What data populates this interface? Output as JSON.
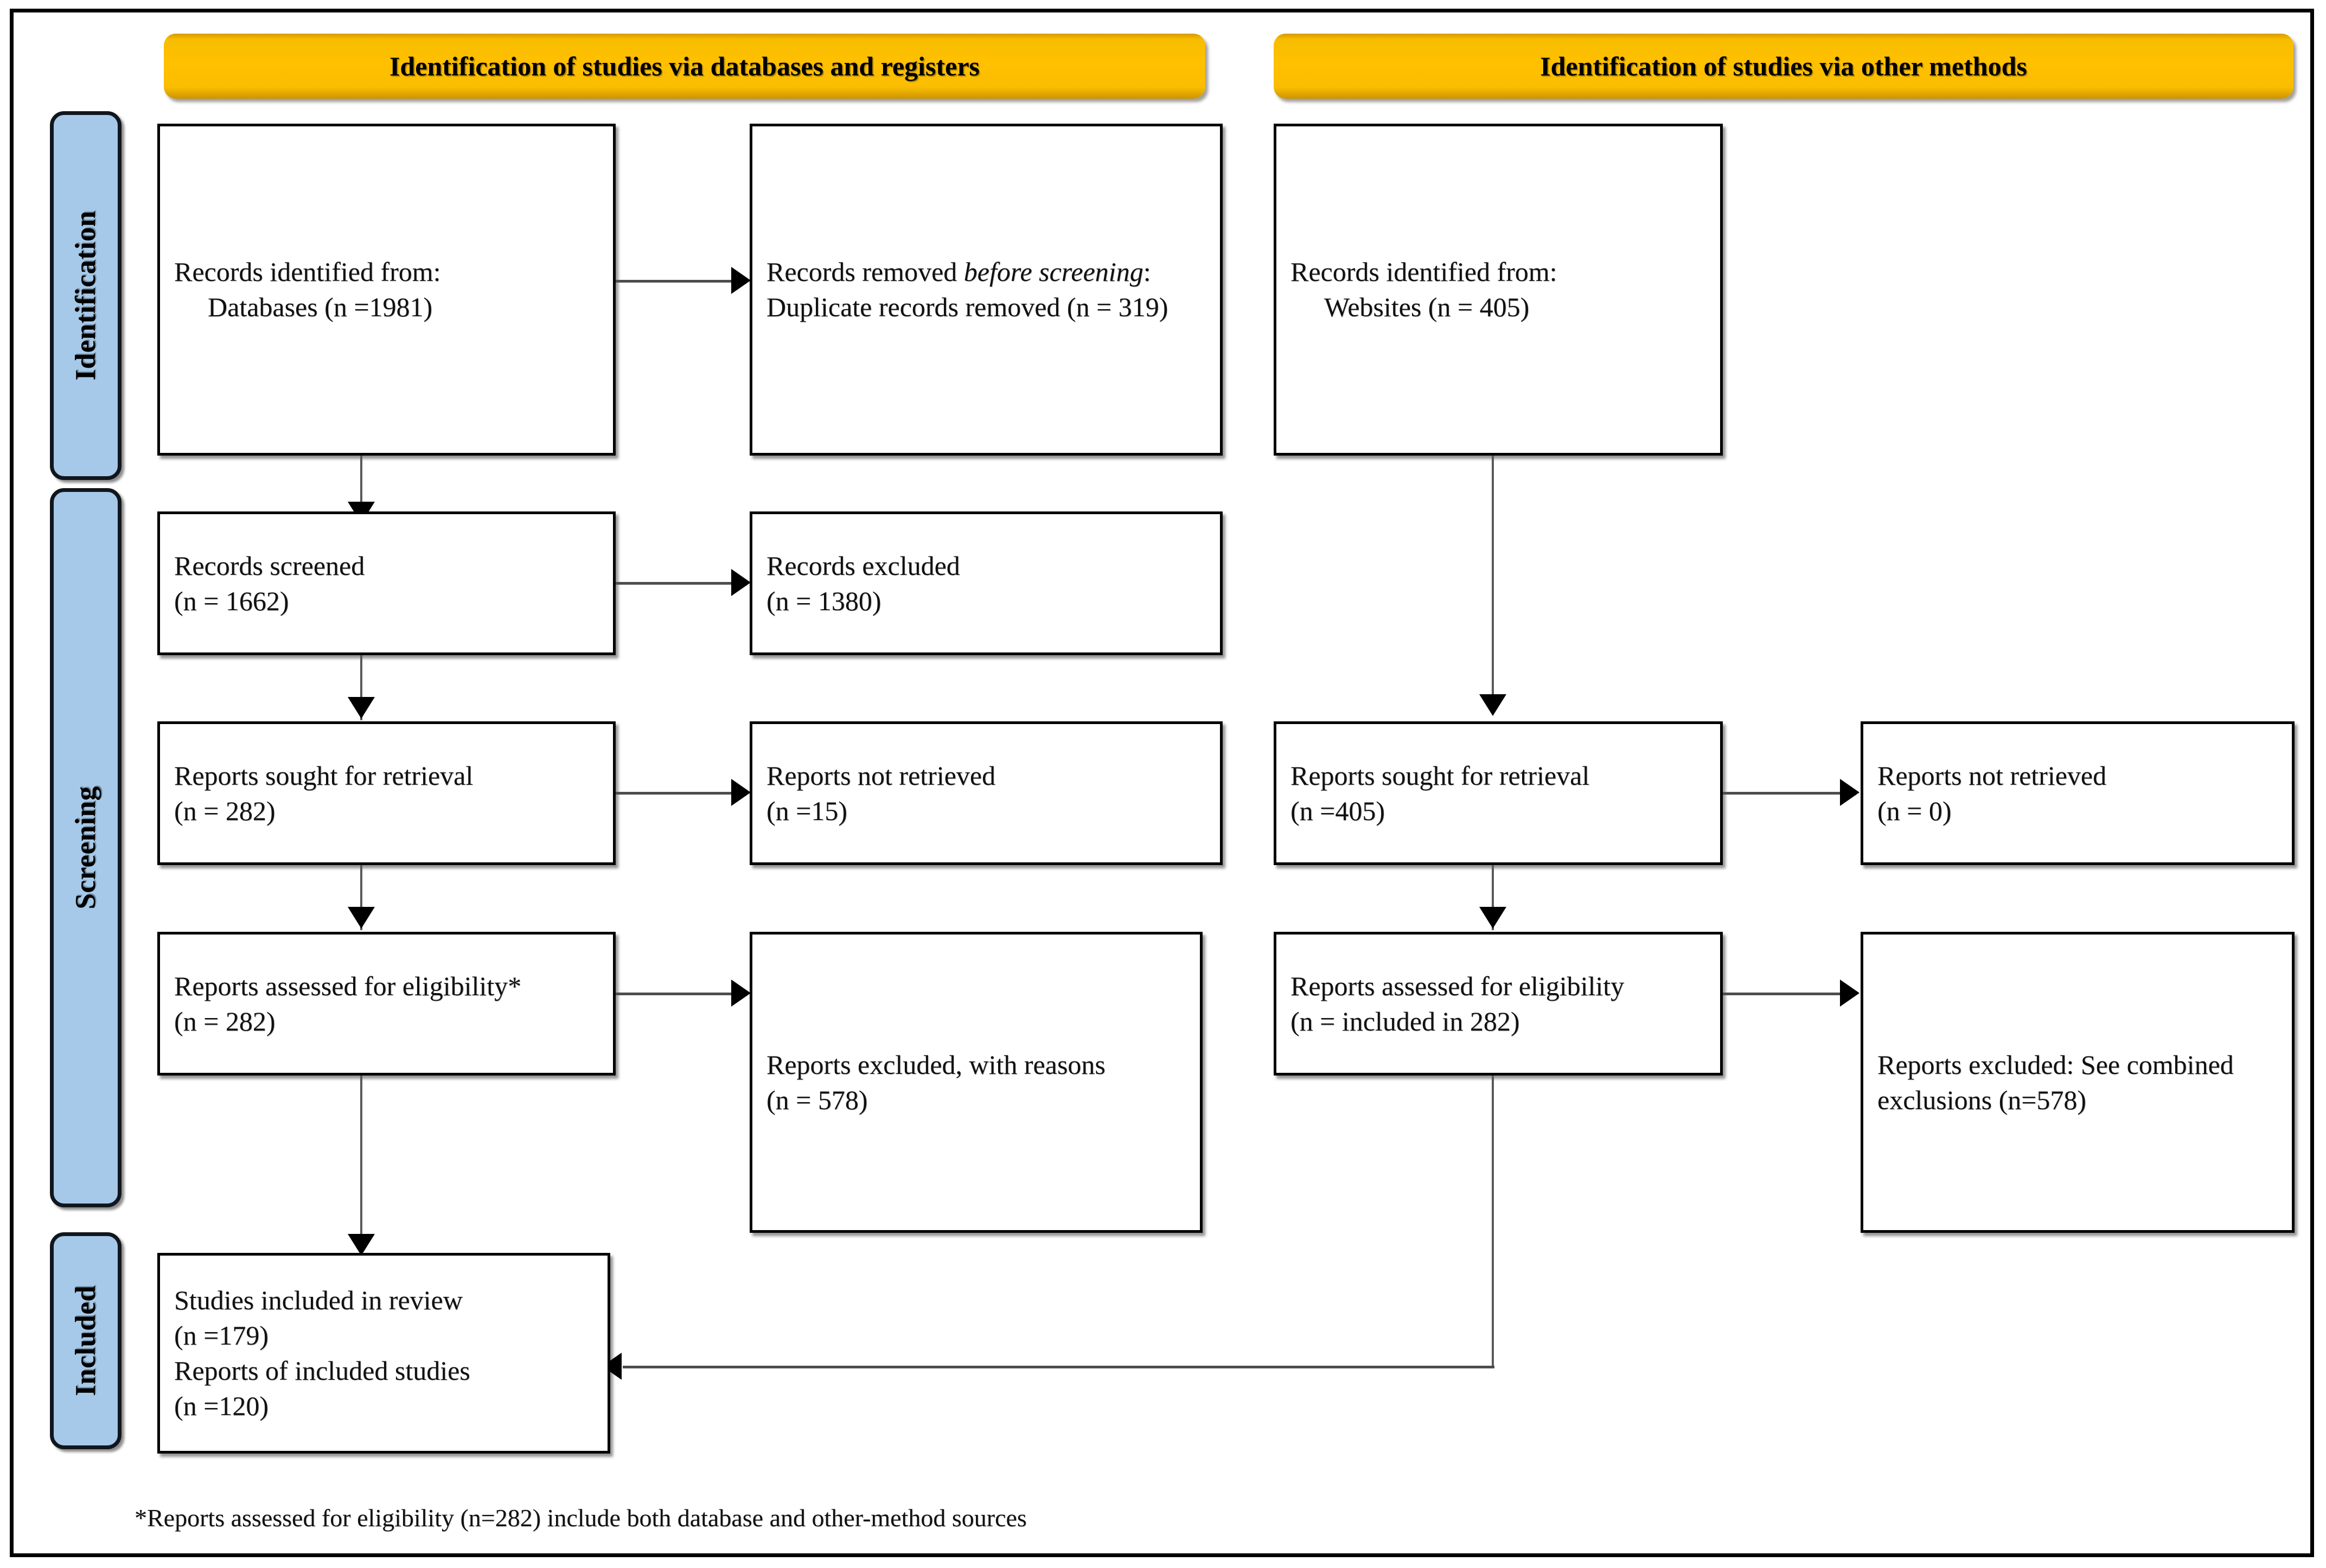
{
  "diagram": {
    "type": "prisma-flow-diagram",
    "footnote": "*Reports assessed for eligibility (n=282) include both database and other-method sources"
  },
  "stages": [
    {
      "id": "identification",
      "label": "Identification"
    },
    {
      "id": "screening",
      "label": "Screening"
    },
    {
      "id": "included",
      "label": "Included"
    }
  ],
  "banners": [
    {
      "id": "databases-registers",
      "label": "Identification of studies via databases and registers"
    },
    {
      "id": "other-methods",
      "label": "Identification of studies via other methods"
    }
  ],
  "boxes": {
    "db_identified": {
      "line1": "Records identified from:",
      "line2": "Databases (n =1981)"
    },
    "db_removed": {
      "line1_pre": "Records removed ",
      "line1_em": "before screening",
      "line1_post": ":",
      "line2": "Duplicate records removed (n = 319)"
    },
    "other_identified": {
      "line1": "Records identified from:",
      "line2": "Websites (n = 405)"
    },
    "db_screened": {
      "line1": "Records screened",
      "line2": "(n = 1662)"
    },
    "db_excluded": {
      "line1": "Records excluded",
      "line2": "(n = 1380)"
    },
    "db_sought": {
      "line1": "Reports sought for retrieval",
      "line2": "(n = 282)"
    },
    "db_not_retrieved": {
      "line1": "Reports not retrieved",
      "line2": "(n =15)"
    },
    "other_sought": {
      "line1": "Reports sought for retrieval",
      "line2": "(n =405)"
    },
    "other_not_retrieved": {
      "line1": "Reports not retrieved",
      "line2": "(n = 0)"
    },
    "db_assessed": {
      "line1": "Reports assessed for eligibility*",
      "line2": "(n = 282)"
    },
    "db_excluded_reasons": {
      "line1": "Reports excluded, with reasons",
      "line2": "(n = 578)"
    },
    "other_assessed": {
      "line1": "Reports assessed for eligibility",
      "line2": "(n = included in 282)"
    },
    "other_excluded": {
      "line1": "Reports excluded: See combined",
      "line2": "exclusions (n=578)"
    },
    "included_studies": {
      "line1": "Studies included in review",
      "line2": "(n =179)",
      "line3": "Reports of included studies",
      "line4": "(n =120)"
    }
  },
  "colors": {
    "banner": "#FFC000",
    "stage_label": "#A6C9E9",
    "box_border": "#000000",
    "connector": "#4D4D4D",
    "page_border": "#000000"
  }
}
